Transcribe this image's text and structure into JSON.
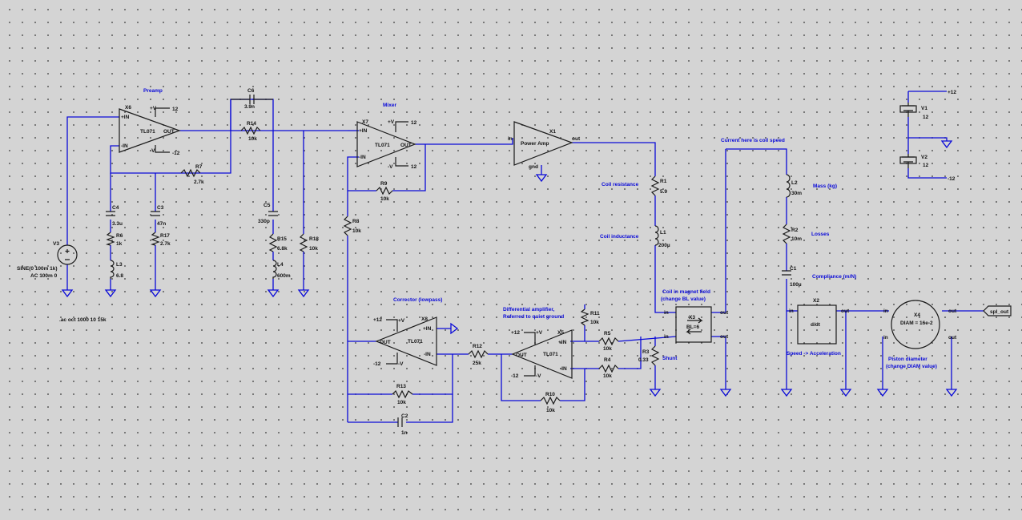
{
  "labels": {
    "preamp": "Preamp",
    "mixer": "Mixer",
    "corrector": "Corrector (lowpass)",
    "diffamp_1": "Differential amplifier,",
    "diffamp_2": "Referred to quiet ground",
    "current_speed": "Current here is coil speed",
    "coil_resistance": "Coil resistance",
    "coil_inductance": "Coil inductance",
    "coil_field_1": "Coil in magnet field",
    "coil_field_2": "(change BL value)",
    "shunt": "Shunt",
    "mass": "Mass (kg)",
    "losses": "Losses",
    "compliance": "Compliance (m/N)",
    "speed_accel": "Speed -> Acceleration",
    "piston_1": "Piston diameter",
    "piston_2": "(change DIAM value)"
  },
  "directive": ".ac oct 1000 10 15k",
  "source_v3": {
    "name": "V3",
    "value1": "SINE(0 100m 1k)",
    "value2": "AC 100m 0"
  },
  "opamps": {
    "x6": {
      "ref": "X6",
      "model": "TL071",
      "vp": "+V",
      "vn": "-V",
      "inp": "+IN",
      "inn": "-IN",
      "out": "OUT",
      "rail_p": "12",
      "rail_n": "-12"
    },
    "x7": {
      "ref": "X7",
      "model": "TL071",
      "vp": "+V",
      "vn": "-V",
      "inp": "+IN",
      "inn": "-IN",
      "out": "OUT",
      "rail_p": "12",
      "rail_n": "12"
    },
    "x8": {
      "ref": "X8",
      "model": "TL071",
      "vp": "+V",
      "vn": "-V",
      "inp": "+IN",
      "inn": "-IN",
      "out": "OUT",
      "rail_p": "+12",
      "rail_n": "-12"
    },
    "x5": {
      "ref": "X5",
      "model": "TL071",
      "vp": "+V",
      "vn": "-V",
      "inp": "+IN",
      "inn": "-IN",
      "out": "OUT",
      "rail_p": "+12",
      "rail_n": "-12"
    }
  },
  "power_amp": {
    "ref": "X1",
    "label": "Power Amp",
    "in": "in",
    "out": "out",
    "gnd": "gnd"
  },
  "x3": {
    "ref": "X3",
    "value": "BL=6",
    "in1": "in",
    "out1": "out",
    "in2": "in",
    "out2": "out"
  },
  "x2": {
    "ref": "X2",
    "glyph": "d/dt",
    "in": "in",
    "out": "out"
  },
  "x4": {
    "ref": "X4",
    "value": "DIAM = 16e-2",
    "in1": "in",
    "out1": "out",
    "in2": "in",
    "out2": "out"
  },
  "net_out": "spl_out",
  "supplies": {
    "v1": {
      "ref": "V1",
      "value": "12",
      "net": "+12"
    },
    "v2": {
      "ref": "V2",
      "value": "12",
      "net": "-12"
    }
  },
  "components": {
    "c6": {
      "ref": "C6",
      "value": "3.9n"
    },
    "r14": {
      "ref": "R14",
      "value": "10k"
    },
    "r7": {
      "ref": "R7",
      "value": "2.7k"
    },
    "c4": {
      "ref": "C4",
      "value": "3.3u"
    },
    "c3": {
      "ref": "C3",
      "value": "47n"
    },
    "r6": {
      "ref": "R6",
      "value": "1k"
    },
    "r17": {
      "ref": "R17",
      "value": "2.7k"
    },
    "l3": {
      "ref": "L3",
      "value": "6.8"
    },
    "c5": {
      "ref": "C5",
      "value": "330p"
    },
    "r15": {
      "ref": "R15",
      "value": "6.8k"
    },
    "l4": {
      "ref": "L4",
      "value": "600m"
    },
    "r18": {
      "ref": "R18",
      "value": "10k"
    },
    "r9": {
      "ref": "R9",
      "value": "10k"
    },
    "r8": {
      "ref": "R8",
      "value": "10k"
    },
    "r13": {
      "ref": "R13",
      "value": "10k"
    },
    "c2": {
      "ref": "C2",
      "value": "1n"
    },
    "r12": {
      "ref": "R12",
      "value": "25k"
    },
    "r11": {
      "ref": "R11",
      "value": "10k"
    },
    "r5": {
      "ref": "R5",
      "value": "10k"
    },
    "r4": {
      "ref": "R4",
      "value": "10k"
    },
    "r10": {
      "ref": "R10",
      "value": "10k"
    },
    "r3": {
      "ref": "R3",
      "value": "0.33"
    },
    "r1": {
      "ref": "R1",
      "value": "5.9"
    },
    "l1": {
      "ref": "L1",
      "value": "200µ"
    },
    "l2": {
      "ref": "L2",
      "value": "30m"
    },
    "r2": {
      "ref": "R2",
      "value": "10m"
    },
    "c1": {
      "ref": "C1",
      "value": "100µ"
    }
  }
}
